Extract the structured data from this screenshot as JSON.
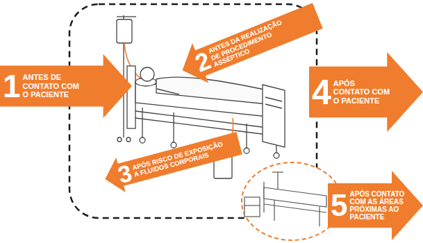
{
  "diagram": {
    "nodes": [
      {
        "text": [
          "1",
          "ANTES DE CONTATO COM O PACIENTE"
        ]
      },
      {
        "text": [
          "2",
          "ANTES DA REALIZAÇÃO DE PROCEDIMENTO ASSÉPTICO"
        ]
      },
      {
        "text": [
          "3",
          "APÓS RISCO DE EXPOSIÇÃO A FLUIDOS CORPORAIS"
        ]
      },
      {
        "text": [
          "4",
          "APÓS CONTATO COM O PACIENTE"
        ]
      },
      {
        "text": [
          "5",
          "APÓS CONTATO COM AS ÁREAS PRÓXIMAS AO PACIENTE"
        ]
      }
    ]
  }
}
